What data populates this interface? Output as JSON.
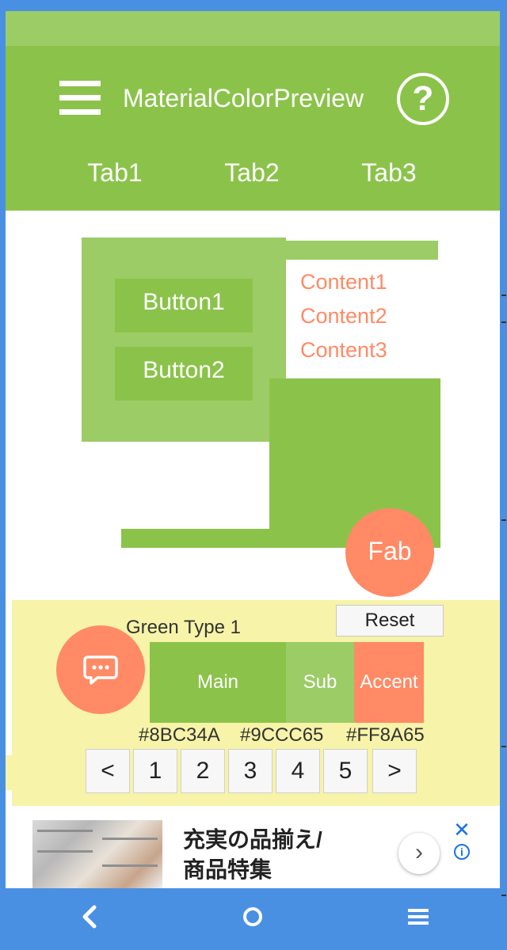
{
  "app_bar": {
    "title": "MaterialColorPreview",
    "help_label": "?",
    "tabs": [
      {
        "label": "Tab1"
      },
      {
        "label": "Tab2"
      },
      {
        "label": "Tab3"
      }
    ]
  },
  "preview": {
    "buttons": [
      {
        "label": "Button1"
      },
      {
        "label": "Button2"
      }
    ],
    "contents": [
      {
        "label": "Content1"
      },
      {
        "label": "Content2"
      },
      {
        "label": "Content3"
      }
    ],
    "fab_label": "Fab"
  },
  "palette": {
    "name": "Green Type 1",
    "reset_label": "Reset",
    "swatches": {
      "main": {
        "label": "Main",
        "hex": "#8BC34A"
      },
      "sub": {
        "label": "Sub",
        "hex": "#9CCC65"
      },
      "accent": {
        "label": "Accent",
        "hex": "#FF8A65"
      }
    },
    "pager": {
      "prev": "<",
      "pages": [
        "1",
        "2",
        "3",
        "4",
        "5"
      ],
      "next": ">"
    }
  },
  "ad": {
    "line1": "充実の品揃え/",
    "line2": "商品特集",
    "arrow": "›",
    "close": "✕",
    "info": "i"
  },
  "colors": {
    "status_bar": "#9ccc65",
    "app_bar": "#8bc34a",
    "main": "#8bc34a",
    "sub": "#9ccc65",
    "accent": "#ff8a65",
    "palette_bg": "#f7f3a8",
    "nav_bar": "#4a90e2"
  },
  "icons": {
    "menu": "hamburger-menu-icon",
    "help": "help-circle-icon",
    "chat": "chat-bubble-icon",
    "nav_back": "back-chevron-icon",
    "nav_home": "home-circle-icon",
    "nav_recents": "menu-lines-icon"
  }
}
